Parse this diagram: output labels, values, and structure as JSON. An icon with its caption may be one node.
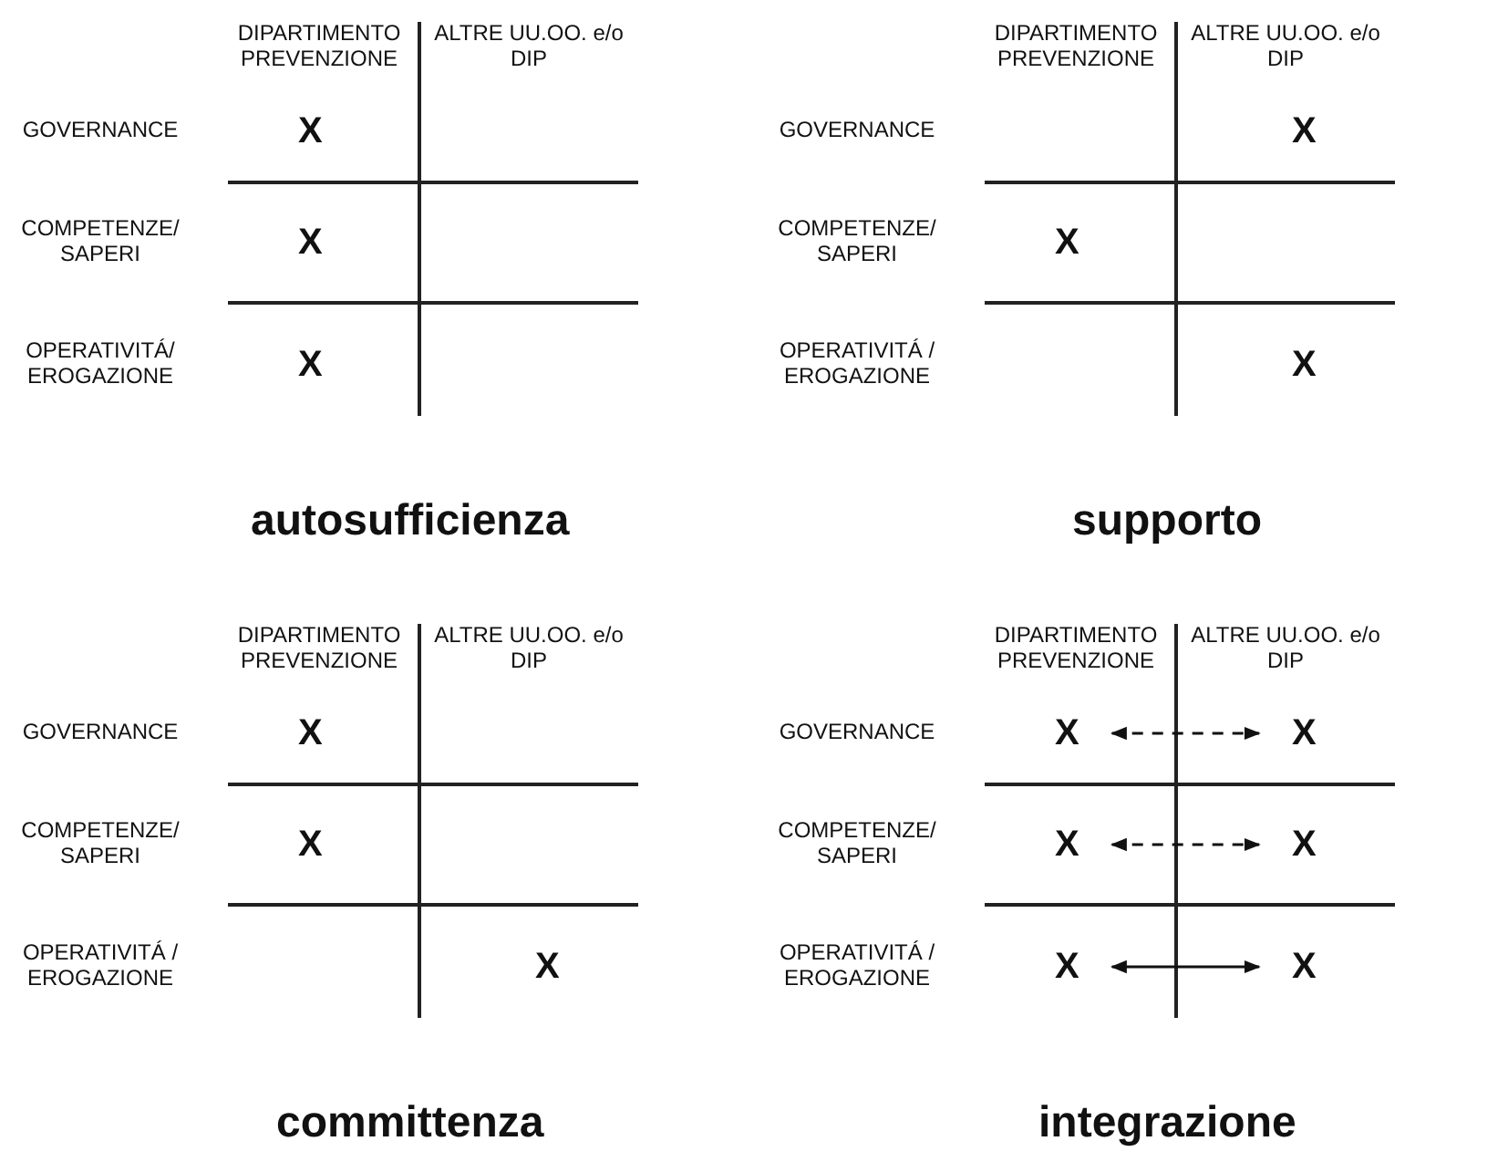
{
  "diagram": {
    "nodes": [
      {
        "text": [
          "X"
        ]
      },
      {
        "text": [
          "X"
        ]
      },
      {
        "text": [
          "X"
        ]
      },
      {
        "text": [
          "X"
        ]
      },
      {
        "text": [
          "X"
        ]
      },
      {
        "text": [
          "X"
        ]
      }
    ],
    "edges": [
      {
        "from": 0,
        "to": 1,
        "arrow": "both",
        "style": "dashed"
      },
      {
        "from": 2,
        "to": 3,
        "arrow": "both",
        "style": "dashed"
      },
      {
        "from": 4,
        "to": 5,
        "arrow": "both"
      }
    ],
    "labels": [
      "DIPARTIMENTO PREVENZIONE",
      "ALTRE UU.OO. e/o DIP",
      "GOVERNANCE",
      "X",
      "COMPETENZE/ SAPERI",
      "X",
      "OPERATIVITÁ/ EROGAZIONE",
      "X",
      "autosufficienza",
      "DIPARTIMENTO PREVENZIONE",
      "ALTRE UU.OO. e/o DIP",
      "GOVERNANCE",
      "X",
      "COMPETENZE/ SAPERI",
      "X",
      "OPERATIVITÁ / EROGAZIONE",
      "X",
      "supporto",
      "DIPARTIMENTO PREVENZIONE",
      "ALTRE UU.OO. e/o DIP",
      "GOVERNANCE",
      "X",
      "COMPETENZE/ SAPERI",
      "X",
      "OPERATIVITÁ / EROGAZIONE",
      "X",
      "committenza",
      "DIPARTIMENTO PREVENZIONE",
      "ALTRE UU.OO. e/o DIP",
      "GOVERNANCE",
      "COMPETENZE/ SAPERI",
      "OPERATIVITÁ / EROGAZIONE",
      "integrazione"
    ]
  }
}
